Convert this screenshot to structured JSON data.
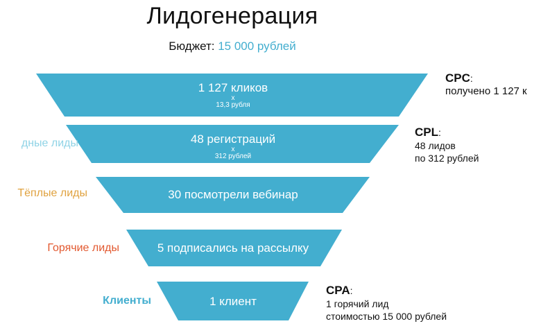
{
  "title": "Лидогенерация",
  "budget": {
    "label": "Бюджет: ",
    "value": "15 000 рублей"
  },
  "colors": {
    "funnel": "#43aecf",
    "cold": "#8fd3e6",
    "warm": "#e0a23f",
    "hot": "#e2582f",
    "clients": "#43aecf"
  },
  "stages": [
    {
      "main": "1 127 кликов",
      "x": "x",
      "sub": "13,3 рубля"
    },
    {
      "main": "48 регистраций",
      "x": "x",
      "sub": "312 рублей"
    },
    {
      "main": "30 посмотрели вебинар"
    },
    {
      "main": "5 подписались на рассылку"
    },
    {
      "main": "1 клиент"
    }
  ],
  "lead_labels": {
    "cold": "дные лиды",
    "warm": "Тёплые лиды",
    "hot": "Горячие лиды",
    "clients": "Клиенты"
  },
  "notes": {
    "cpc": {
      "head": "CPC",
      "colon": ":",
      "line1": "получено 1 127 к"
    },
    "cpl": {
      "head": "CPL",
      "colon": ":",
      "line1": "48 лидов",
      "line2": "по 312 рублей"
    },
    "cpa": {
      "head": "CPA",
      "colon": ":",
      "line1": "1 горячий лид",
      "line2": "стоимостью 15 000 рублей"
    }
  }
}
